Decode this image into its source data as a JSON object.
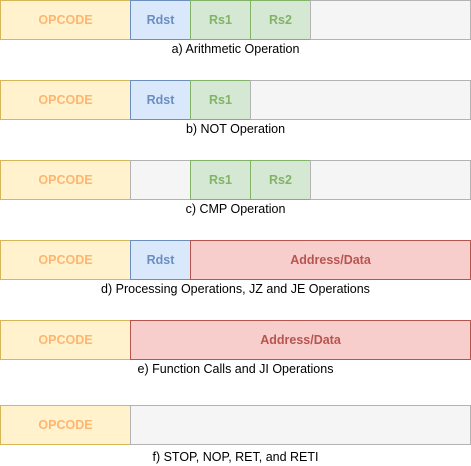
{
  "rows": [
    {
      "caption": "a) Arithmetic Operation",
      "fields": [
        {
          "label": "OPCODE",
          "kind": "op"
        },
        {
          "label": "Rdst",
          "kind": "rd"
        },
        {
          "label": "Rs1",
          "kind": "rs"
        },
        {
          "label": "Rs2",
          "kind": "rs"
        },
        {
          "label": "",
          "kind": "em"
        }
      ]
    },
    {
      "caption": "b) NOT Operation",
      "fields": [
        {
          "label": "OPCODE",
          "kind": "op"
        },
        {
          "label": "Rdst",
          "kind": "rd"
        },
        {
          "label": "Rs1",
          "kind": "rs"
        },
        {
          "label": "",
          "kind": "em"
        }
      ]
    },
    {
      "caption": "c) CMP Operation",
      "fields": [
        {
          "label": "OPCODE",
          "kind": "op"
        },
        {
          "label": "",
          "kind": "em"
        },
        {
          "label": "Rs1",
          "kind": "rs"
        },
        {
          "label": "Rs2",
          "kind": "rs"
        },
        {
          "label": "",
          "kind": "em"
        }
      ]
    },
    {
      "caption": "d) Processing Operations, JZ and JE Operations",
      "fields": [
        {
          "label": "OPCODE",
          "kind": "op"
        },
        {
          "label": "Rdst",
          "kind": "rd"
        },
        {
          "label": "Address/Data",
          "kind": "ad"
        }
      ]
    },
    {
      "caption": "e) Function Calls and JI Operations",
      "fields": [
        {
          "label": "OPCODE",
          "kind": "op"
        },
        {
          "label": "Address/Data",
          "kind": "ad"
        }
      ]
    },
    {
      "caption": "f) STOP, NOP, RET, and RETI",
      "fields": [
        {
          "label": "OPCODE",
          "kind": "op"
        },
        {
          "label": "",
          "kind": "em"
        }
      ]
    }
  ]
}
